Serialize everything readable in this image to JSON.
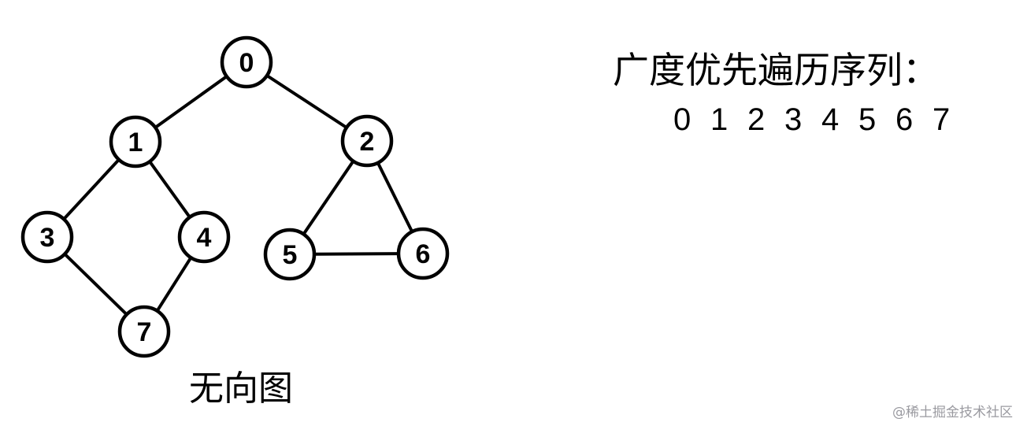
{
  "graph": {
    "caption": "无向图",
    "nodes": [
      {
        "id": "0",
        "label": "0"
      },
      {
        "id": "1",
        "label": "1"
      },
      {
        "id": "2",
        "label": "2"
      },
      {
        "id": "3",
        "label": "3"
      },
      {
        "id": "4",
        "label": "4"
      },
      {
        "id": "5",
        "label": "5"
      },
      {
        "id": "6",
        "label": "6"
      },
      {
        "id": "7",
        "label": "7"
      }
    ],
    "edges": [
      [
        "0",
        "1"
      ],
      [
        "0",
        "2"
      ],
      [
        "1",
        "3"
      ],
      [
        "1",
        "4"
      ],
      [
        "3",
        "7"
      ],
      [
        "4",
        "7"
      ],
      [
        "2",
        "5"
      ],
      [
        "2",
        "6"
      ],
      [
        "5",
        "6"
      ]
    ]
  },
  "bfs": {
    "title": "广度优先遍历序列：",
    "sequence": [
      "0",
      "1",
      "2",
      "3",
      "4",
      "5",
      "6",
      "7"
    ]
  },
  "watermark": "@稀土掘金技术社区"
}
